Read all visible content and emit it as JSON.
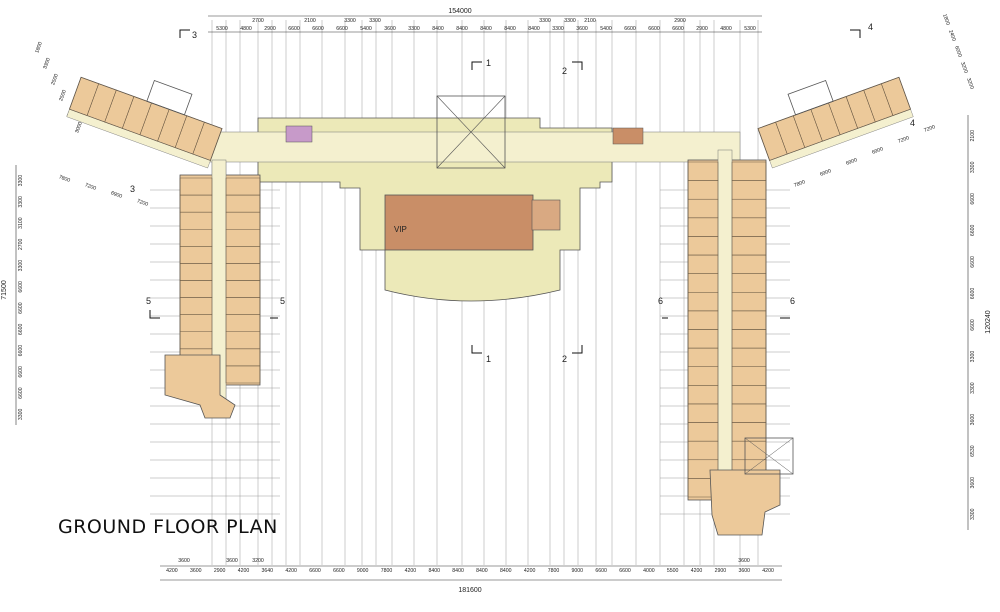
{
  "title": "GROUND FLOOR PLAN",
  "colors": {
    "lobby_fill": "#ece9b8",
    "hall_fill": "#c98e67",
    "room_fill": "#ecc99a",
    "special_fill": "#c79ac9",
    "corridor_fill": "#f4f0cf",
    "line": "#555555"
  },
  "dims": {
    "top_total": "154000",
    "bottom_total": "181600",
    "right_total": "120240",
    "left_total": "71500",
    "top_top": [
      "2700",
      "2100",
      "3300",
      "3300",
      "3300",
      "3300",
      "2100",
      "2900"
    ],
    "top_row": [
      "5300",
      "4800",
      "2900",
      "6600",
      "6600",
      "6600",
      "5400",
      "3600",
      "3300",
      "8400",
      "8400",
      "8400",
      "8400",
      "8400",
      "3300",
      "3600",
      "5400",
      "6600",
      "6600",
      "6600",
      "2900",
      "4800",
      "5300"
    ],
    "bottom_top": [
      "3600",
      "3600",
      "3200",
      "3600"
    ],
    "bottom_row": [
      "4200",
      "3600",
      "2900",
      "4200",
      "3640",
      "4200",
      "6600",
      "6600",
      "9000",
      "7800",
      "4200",
      "8400",
      "8400",
      "8400",
      "8400",
      "4200",
      "7800",
      "9000",
      "6600",
      "6600",
      "4000",
      "5500",
      "4200",
      "2900",
      "3600",
      "4200"
    ],
    "left_col": [
      "3300",
      "6600",
      "6600",
      "6600",
      "6600",
      "6600",
      "6600",
      "3300",
      "2700",
      "3100",
      "3300",
      "3300"
    ],
    "right_col": [
      "2100",
      "3300",
      "6600",
      "6600",
      "6600",
      "6600",
      "6600",
      "3300",
      "3300",
      "3600",
      "6530",
      "3600",
      "3300"
    ],
    "left_wing_top": [
      "1800",
      "3300",
      "2500",
      "2500",
      "7500",
      "3000"
    ],
    "left_wing_bot": [
      "7800",
      "7200",
      "6900",
      "7200"
    ],
    "right_wing_top": [
      "1800",
      "2400",
      "6000",
      "3200",
      "3200"
    ],
    "right_wing_bot": [
      "7200",
      "7200",
      "6900",
      "6900",
      "6900",
      "7800"
    ]
  },
  "markers": {
    "s1": "1",
    "s2": "2",
    "s3": "3",
    "s4": "4",
    "s5": "5",
    "s6": "6"
  },
  "rooms": {
    "vip": "VIP"
  }
}
